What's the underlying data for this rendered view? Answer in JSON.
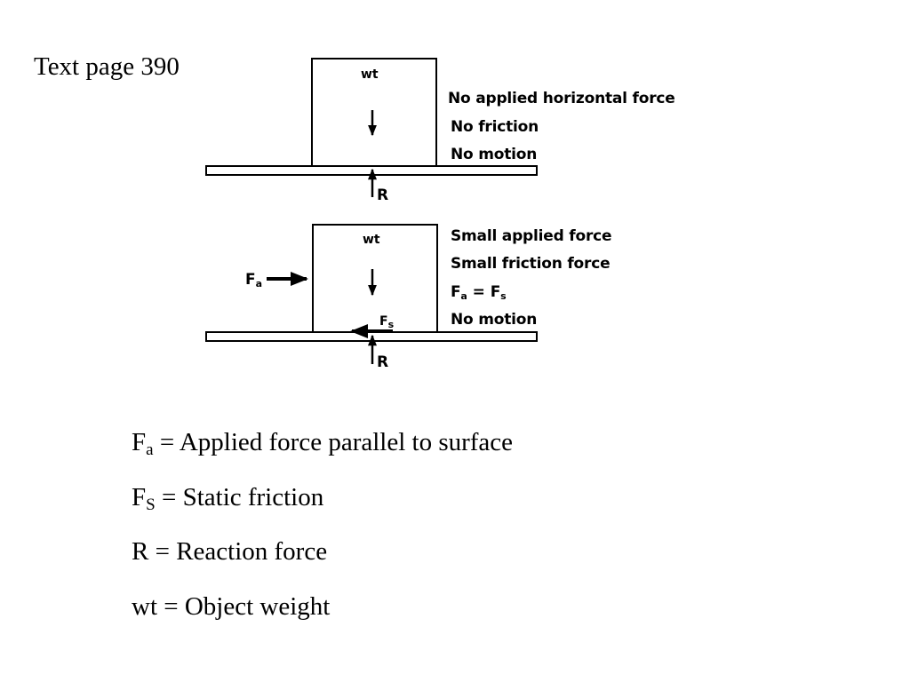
{
  "page": {
    "reference": "Text page 390"
  },
  "diagram_top": {
    "block_label": "wt",
    "reaction_label": "R",
    "conditions": [
      "No applied horizontal force",
      "No friction",
      "No motion"
    ]
  },
  "diagram_bottom": {
    "block_label": "wt",
    "applied_label": "F",
    "applied_sub": "a",
    "friction_label": "F",
    "friction_sub": "s",
    "reaction_label": "R",
    "conditions": {
      "c1": "Small applied force",
      "c2": "Small friction force",
      "c3_left": "F",
      "c3_left_sub": "a",
      "c3_eq": "=",
      "c3_right": "F",
      "c3_right_sub": "s",
      "c4": "No motion"
    }
  },
  "legend": [
    {
      "symbol": "F",
      "sub": "a",
      "text": " = Applied force parallel to surface"
    },
    {
      "symbol": "F",
      "sub": "S",
      "text": " = Static friction"
    },
    {
      "symbol": "R",
      "sub": "",
      "text": " = Reaction force"
    },
    {
      "symbol": "wt",
      "sub": "",
      "text": " = Object weight"
    }
  ]
}
